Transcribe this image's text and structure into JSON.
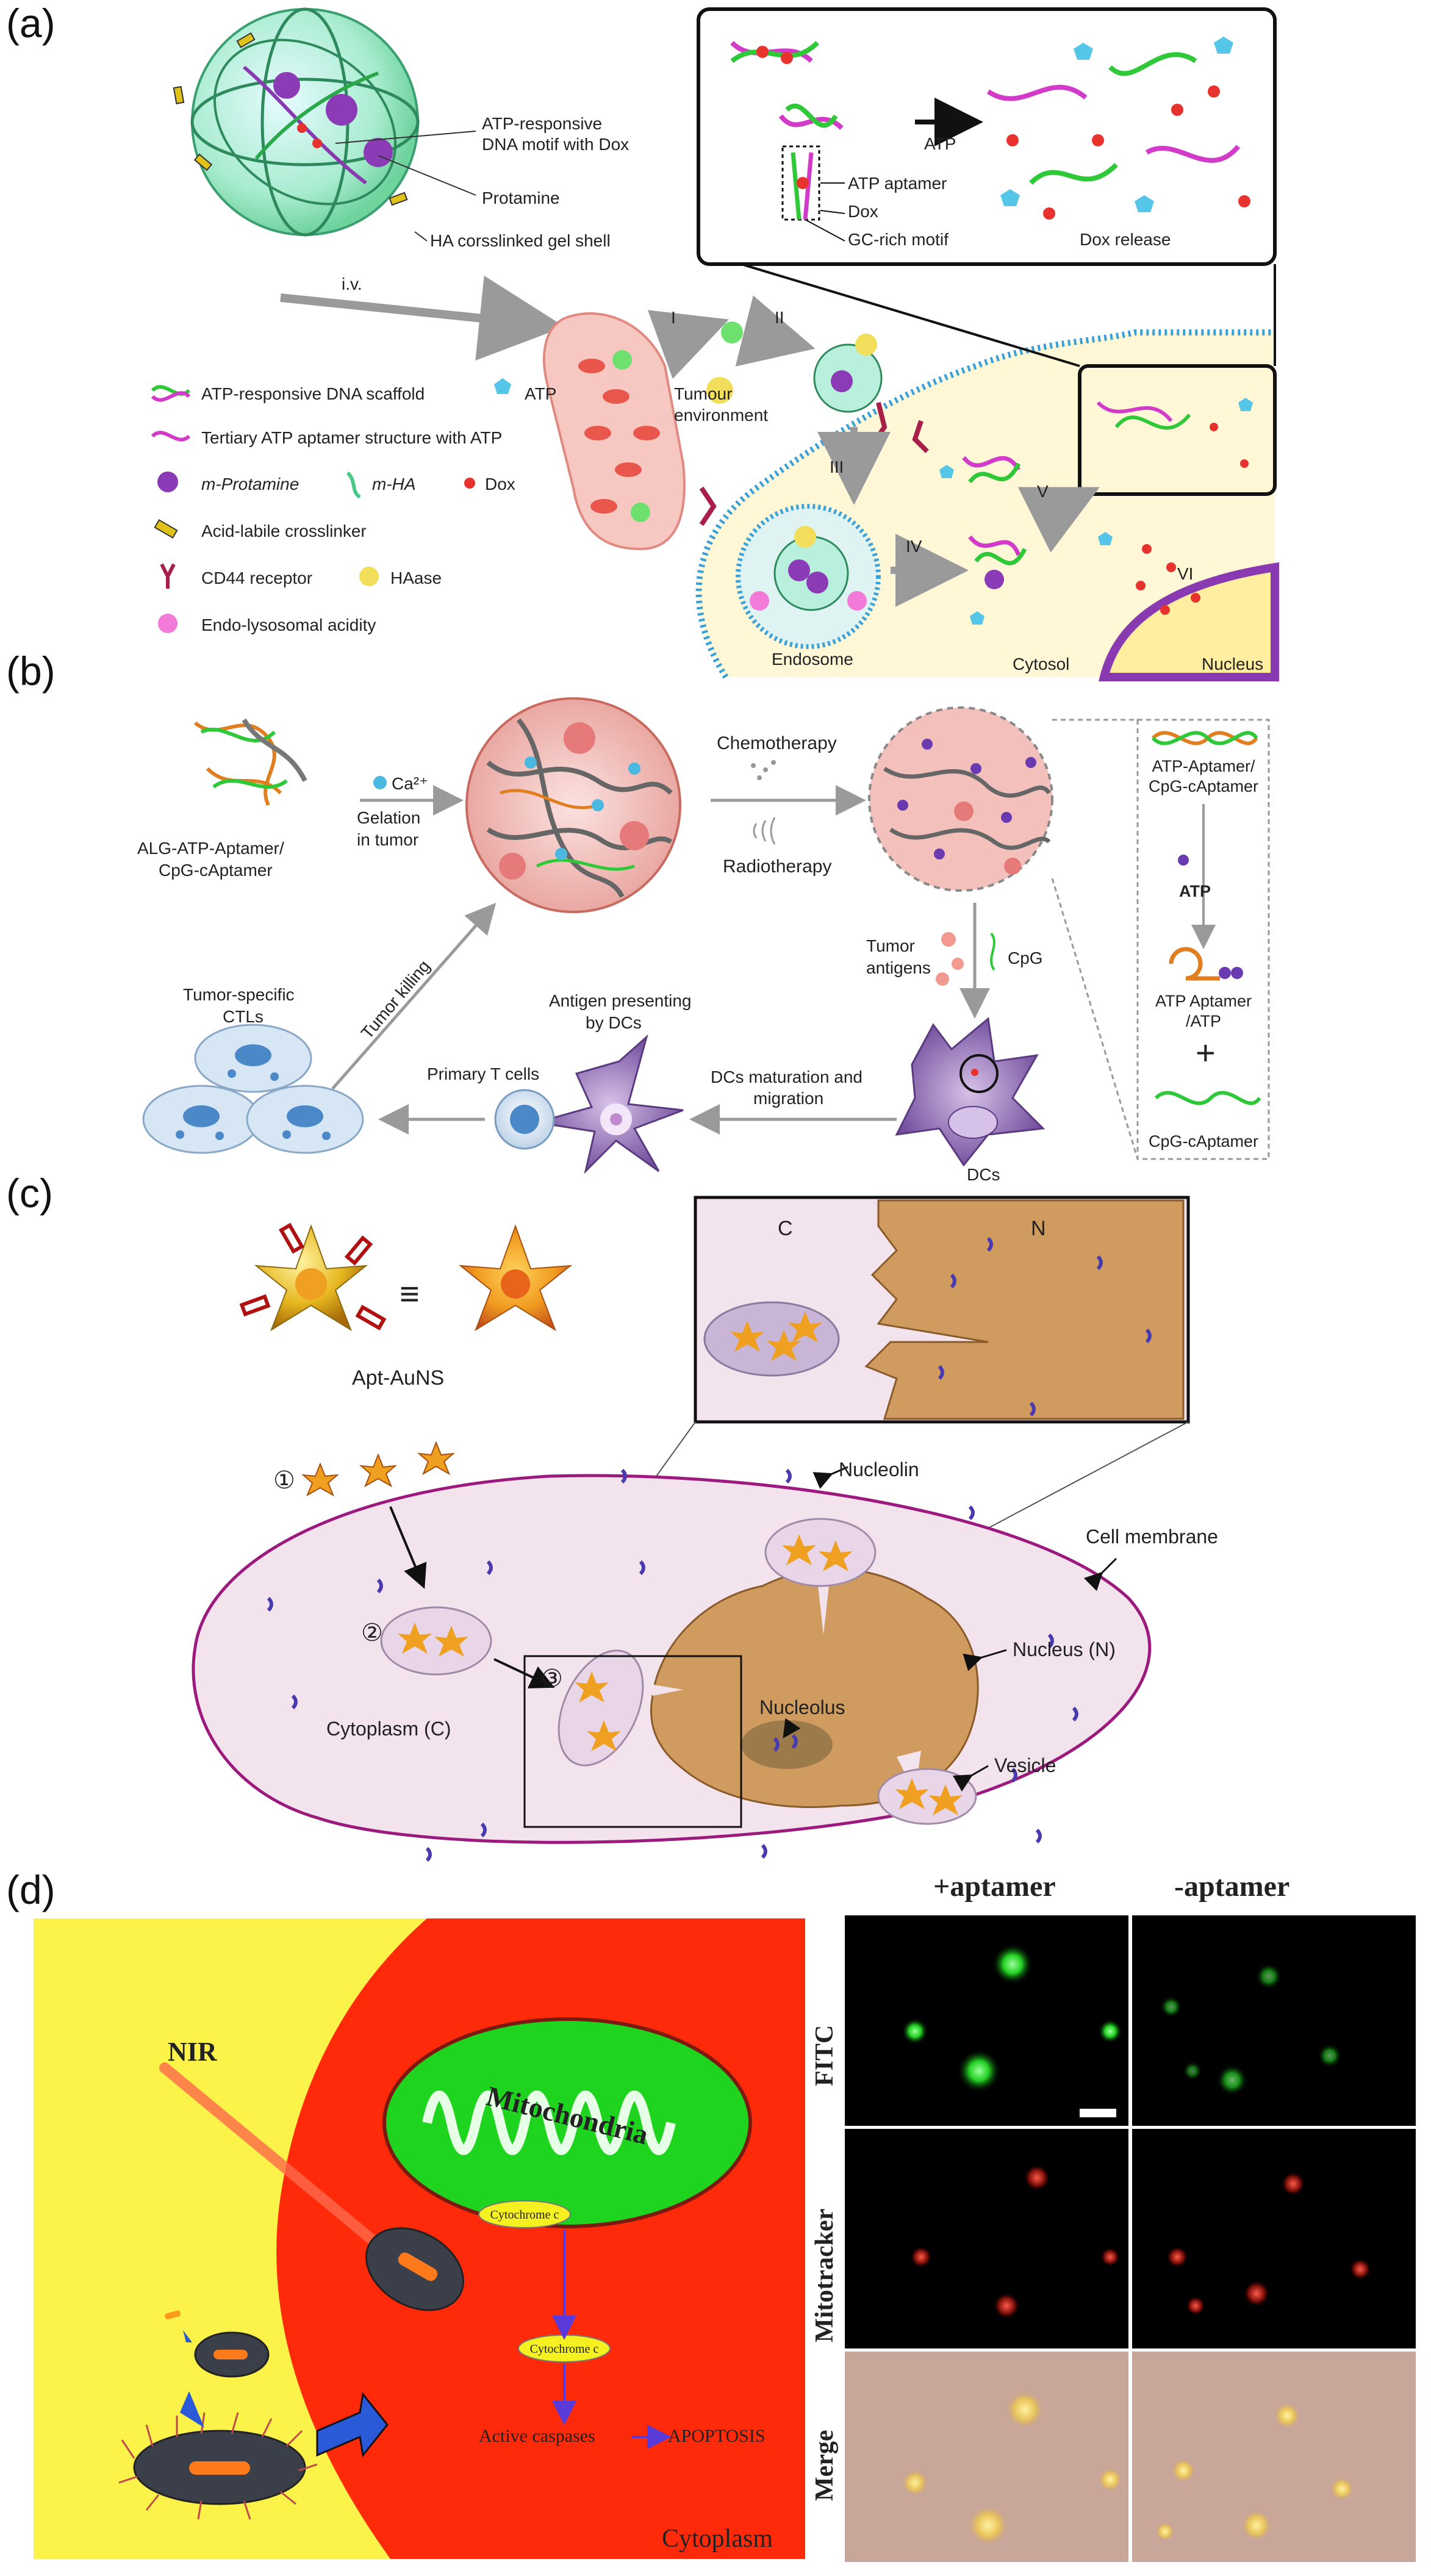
{
  "panels": {
    "a": {
      "label": "(a)",
      "nanogel": {
        "motif": "ATP-responsive\nDNA motif with Dox",
        "protamine": "Protamine",
        "shell": "HA corsslinked gel shell"
      },
      "inset": {
        "atp": "ATP",
        "aptamer": "ATP aptamer",
        "dox": "Dox",
        "gc": "GC-rich motif",
        "release": "Dox release"
      },
      "iv": "i.v.",
      "steps": [
        "I",
        "II",
        "III",
        "IV",
        "V",
        "VI"
      ],
      "legend": [
        {
          "text": "ATP-responsive DNA scaffold",
          "icon": "dna-scaffold-icon"
        },
        {
          "text": "ATP",
          "icon": "atp-pentagon-icon"
        },
        {
          "text": "Tertiary ATP aptamer structure with ATP",
          "icon": "aptamer-atp-icon"
        },
        {
          "text": "m-Protamine",
          "icon": "protamine-icon"
        },
        {
          "text": "m-HA",
          "icon": "ha-icon"
        },
        {
          "text": "Dox",
          "icon": "dox-dot-icon"
        },
        {
          "text": "Acid-labile crosslinker",
          "icon": "crosslinker-icon"
        },
        {
          "text": "CD44 receptor",
          "icon": "cd44-icon"
        },
        {
          "text": "HAase",
          "icon": "haase-icon"
        },
        {
          "text": "Endo-lysosomal acidity",
          "icon": "acidity-icon"
        }
      ],
      "tumour": "Tumour\nenvironment",
      "endosome": "Endosome",
      "cytosol": "Cytosol",
      "nucleus": "Nucleus",
      "colors": {
        "gel": "#9ee6c0",
        "membrane": "#3aa0d8",
        "cytosol": "#fff7d6",
        "dox": "#e8322e",
        "atp": "#55c6e8"
      }
    },
    "b": {
      "label": "(b)",
      "alg": "ALG-ATP-Aptamer/\nCpG-cAptamer",
      "ca": "Ca²⁺",
      "gelation": "Gelation\nin tumor",
      "chemo": "Chemotherapy",
      "radio": "Radiotherapy",
      "antigens": "Tumor\nantigens",
      "cpg": "CpG",
      "dcs": "DCs",
      "maturation": "DCs maturation and\nmigration",
      "presenting": "Antigen presenting\nby DCs",
      "primary": "Primary T cells",
      "ctl": "Tumor-specific\nCTLs",
      "killing": "Tumor killing",
      "side": {
        "top": "ATP-Aptamer/\nCpG-cAptamer",
        "atp": "ATP",
        "complex": "ATP Aptamer\n/ATP",
        "plus": "+",
        "bottom": "CpG-cAptamer"
      }
    },
    "c": {
      "label": "(c)",
      "equiv": "≡",
      "auns": "Apt-AuNS",
      "inset_c": "C",
      "inset_n": "N",
      "steps": [
        "①",
        "②",
        "③"
      ],
      "nucleolin": "Nucleolin",
      "membrane": "Cell membrane",
      "nucleusN": "Nucleus (N)",
      "nucleolus": "Nucleolus",
      "vesicle": "Vesicle",
      "cytoplasm": "Cytoplasm (C)",
      "colors": {
        "cell": "#f3e3ec",
        "membrane": "#9c1a7e",
        "nucleus": "#cf9b5f"
      }
    },
    "d": {
      "label": "(d)",
      "nir": "NIR",
      "mito": "Mitochondria",
      "cytc1": "Cytochrome c",
      "cytc2": "Cytochrome c",
      "caspases": "Active caspases",
      "apoptosis": "APOPTOSIS",
      "cytoplasm": "Cytoplasm",
      "col_plus": "+aptamer",
      "col_minus": "-aptamer",
      "rows": [
        "FITC",
        "Mitotracker",
        "Merge"
      ],
      "colors": {
        "outer": "#fbf34a",
        "cell": "#ff2a0a",
        "mito": "#1fd41f"
      }
    }
  }
}
